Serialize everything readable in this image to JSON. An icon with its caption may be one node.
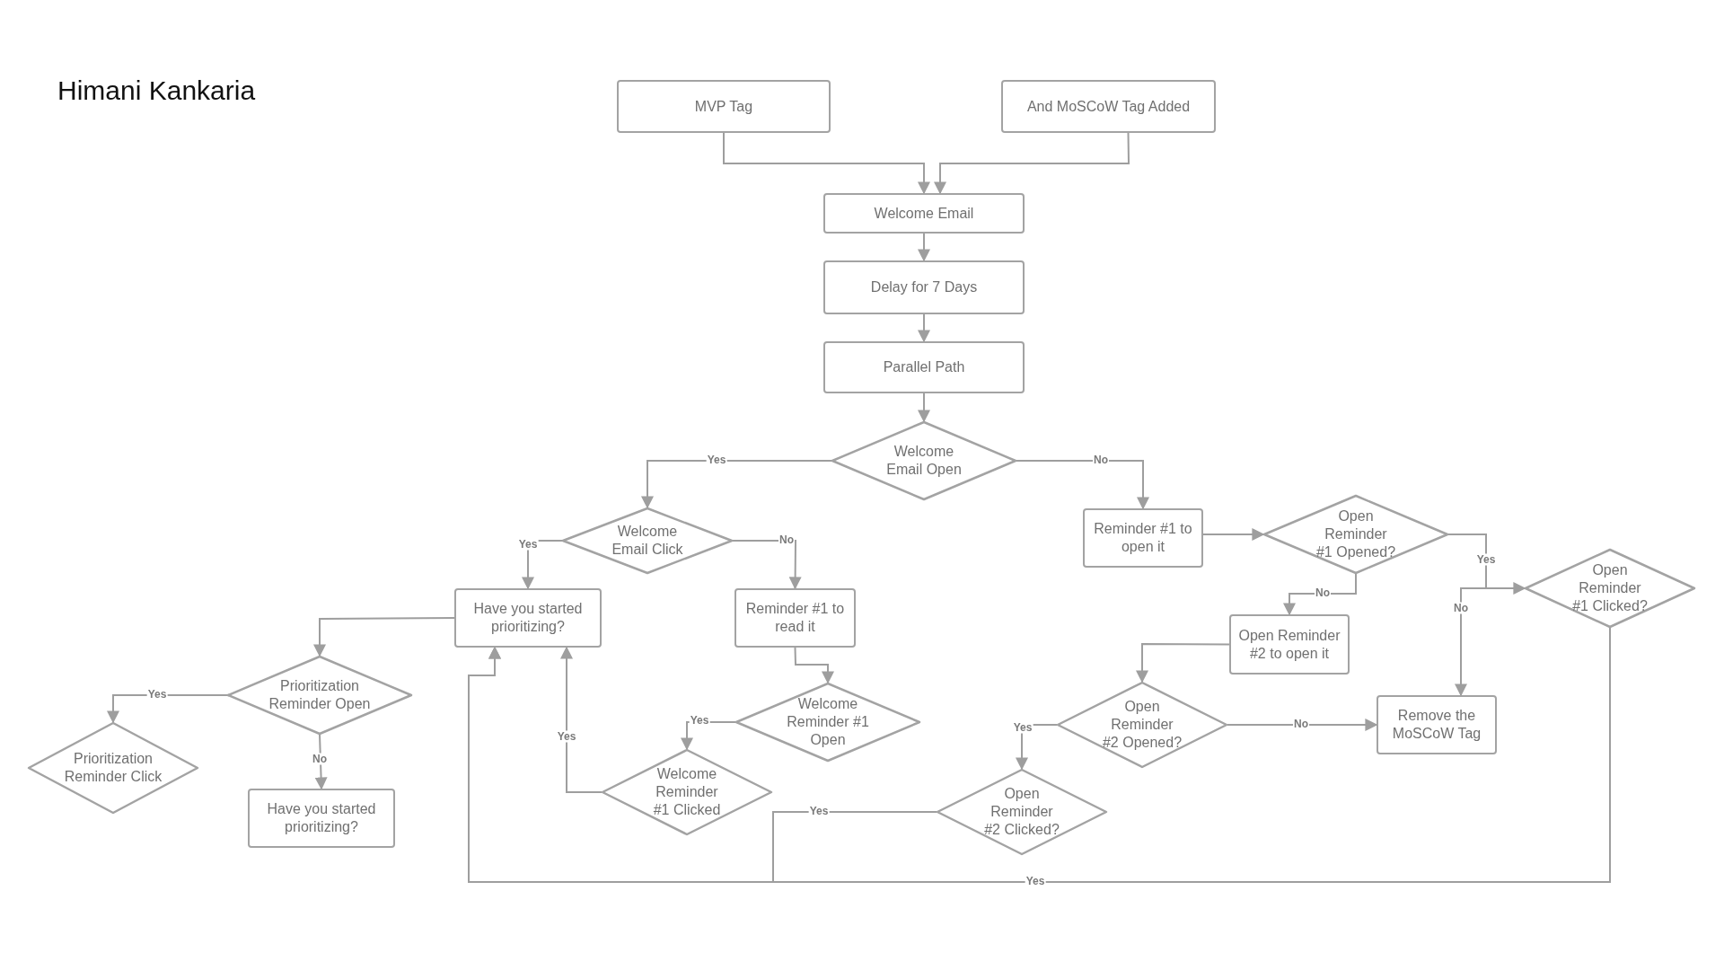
{
  "diagram": {
    "title": "Himani Kankaria",
    "nodes": [
      {
        "text": [
          "MVP Tag"
        ]
      },
      {
        "text": [
          "And MoSCoW Tag Added"
        ]
      },
      {
        "text": [
          "Welcome Email"
        ]
      },
      {
        "text": [
          "Delay for 7 Days"
        ]
      },
      {
        "text": [
          "Parallel Path"
        ]
      },
      {
        "text": [
          "Welcome Email Open"
        ]
      },
      {
        "text": [
          "Welcome Email Click"
        ]
      },
      {
        "text": [
          "Have you started prioritizing?"
        ]
      },
      {
        "text": [
          "Reminder #1 to read it"
        ]
      },
      {
        "text": [
          "Prioritization Reminder Open"
        ]
      },
      {
        "text": [
          "Welcome Reminder #1 Open"
        ]
      },
      {
        "text": [
          "Prioritization Reminder Click"
        ]
      },
      {
        "text": [
          "Have you started prioritizing?"
        ]
      },
      {
        "text": [
          "Welcome Reminder #1 Clicked"
        ]
      },
      {
        "text": [
          "Reminder #1 to open it"
        ]
      },
      {
        "text": [
          "Open Reminder #1 Opened?"
        ]
      },
      {
        "text": [
          "Open Reminder #1 Clicked?"
        ]
      },
      {
        "text": [
          "Open Reminder #2 to open it"
        ]
      },
      {
        "text": [
          "Open Reminder #2 Opened?"
        ]
      },
      {
        "text": [
          "Remove the MoSCoW Tag"
        ]
      },
      {
        "text": [
          "Open Reminder #2 Clicked?"
        ]
      }
    ],
    "edges": [
      {
        "from": 0,
        "to": 2,
        "arrow": "to"
      },
      {
        "from": 1,
        "to": 2,
        "arrow": "to"
      },
      {
        "from": 2,
        "to": 3,
        "arrow": "to"
      },
      {
        "from": 3,
        "to": 4,
        "arrow": "to"
      },
      {
        "from": 4,
        "to": 5,
        "arrow": "to"
      },
      {
        "from": 5,
        "to": 6,
        "arrow": "to",
        "label": "Yes"
      },
      {
        "from": 5,
        "to": 14,
        "arrow": "to",
        "label": "No"
      },
      {
        "from": 6,
        "to": 7,
        "arrow": "to",
        "label": "Yes"
      },
      {
        "from": 6,
        "to": 8,
        "arrow": "to",
        "label": "No"
      },
      {
        "from": 7,
        "to": 9,
        "arrow": "to"
      },
      {
        "from": 8,
        "to": 10,
        "arrow": "to"
      },
      {
        "from": 9,
        "to": 11,
        "arrow": "to",
        "label": "Yes"
      },
      {
        "from": 9,
        "to": 12,
        "arrow": "to",
        "label": "No"
      },
      {
        "from": 10,
        "to": 13,
        "arrow": "to",
        "label": "Yes"
      },
      {
        "from": 13,
        "to": 7,
        "arrow": "to",
        "label": "Yes"
      },
      {
        "from": 14,
        "to": 15,
        "arrow": "to"
      },
      {
        "from": 15,
        "to": 16,
        "arrow": "to",
        "label": "Yes"
      },
      {
        "from": 15,
        "to": 17,
        "arrow": "to",
        "label": "No"
      },
      {
        "from": 17,
        "to": 18,
        "arrow": "to"
      },
      {
        "from": 18,
        "to": 20,
        "arrow": "to",
        "label": "Yes"
      },
      {
        "from": 18,
        "to": 19,
        "arrow": "to",
        "label": "No"
      },
      {
        "from": 16,
        "to": 19,
        "arrow": "to",
        "label": "No"
      },
      {
        "from": 16,
        "to": 7,
        "arrow": "to",
        "label": "Yes"
      },
      {
        "from": 20,
        "to": 7,
        "arrow": "to",
        "label": "Yes"
      }
    ]
  }
}
